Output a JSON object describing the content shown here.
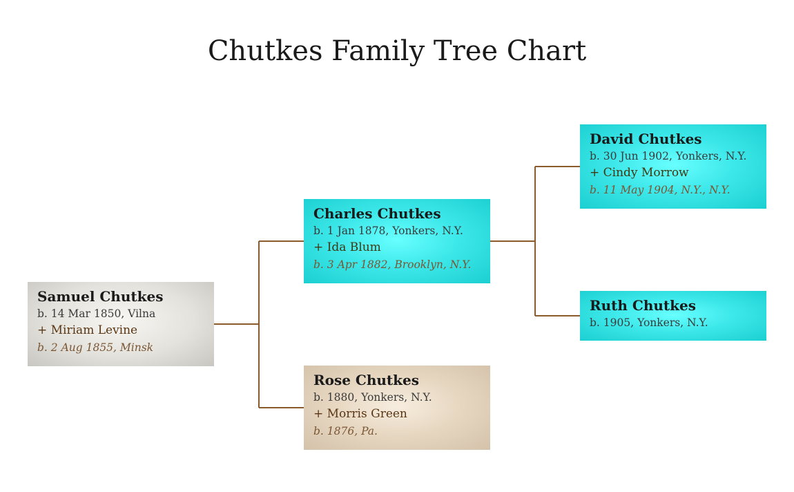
{
  "title": "Chutkes Family Tree Chart",
  "colors": {
    "connector": "#8b5a2b",
    "gray_box": "#dcdad4",
    "cyan_box": "#3ee8ea",
    "tan_box": "#e6d6c0"
  },
  "people": {
    "samuel": {
      "name": "Samuel Chutkes",
      "birth": "b. 14 Mar 1850, Vilna",
      "spouse": "+ Miriam Levine",
      "spouse_birth": "b. 2 Aug 1855, Minsk"
    },
    "charles": {
      "name": "Charles Chutkes",
      "birth": "b. 1 Jan 1878, Yonkers, N.Y.",
      "spouse": "+ Ida Blum",
      "spouse_birth": "b. 3 Apr 1882, Brooklyn, N.Y."
    },
    "rose": {
      "name": "Rose Chutkes",
      "birth": "b. 1880, Yonkers, N.Y.",
      "spouse": "+ Morris Green",
      "spouse_birth": "b. 1876, Pa."
    },
    "david": {
      "name": "David Chutkes",
      "birth": "b. 30 Jun 1902, Yonkers, N.Y.",
      "spouse": "+ Cindy Morrow",
      "spouse_birth": "b. 11 May 1904, N.Y., N.Y."
    },
    "ruth": {
      "name": "Ruth Chutkes",
      "birth": "b. 1905, Yonkers, N.Y."
    }
  }
}
